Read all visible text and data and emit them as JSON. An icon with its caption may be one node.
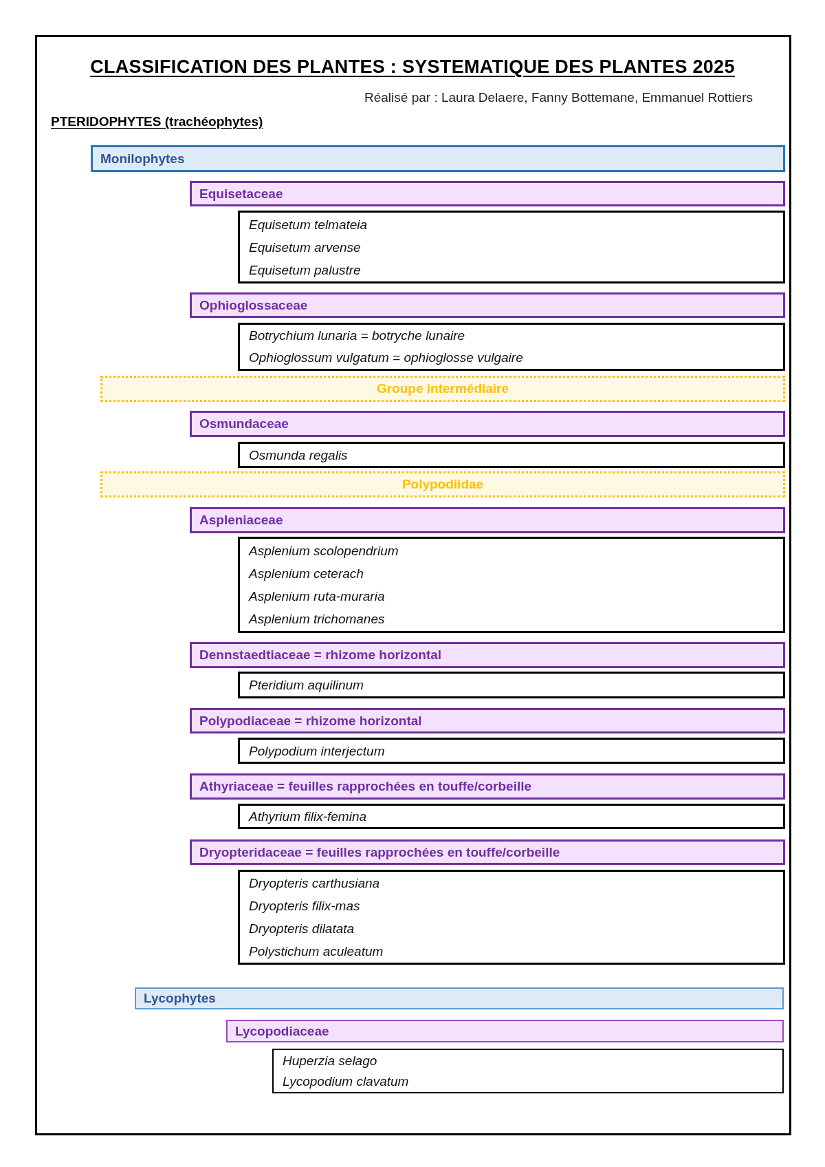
{
  "diagram": {
    "title": "CLASSIFICATION DES PLANTES : SYSTEMATIQUE DES PLANTES 2025",
    "nodes": [
      {
        "text": [
          "Monilophytes"
        ]
      },
      {
        "text": [
          "Equisetaceae"
        ]
      },
      {
        "text": [
          "Equisetum telmateia",
          "Equisetum arvense",
          "Equisetum palustre"
        ]
      },
      {
        "text": [
          "Ophioglossaceae"
        ]
      },
      {
        "text": [
          "Botrychium lunaria = botryche lunaire",
          "Ophioglossum vulgatum = ophioglosse vulgaire"
        ]
      },
      {
        "text": [
          "Groupe intermédiaire"
        ]
      },
      {
        "text": [
          "Osmundaceae"
        ]
      },
      {
        "text": [
          "Osmunda regalis"
        ]
      },
      {
        "text": [
          "Polypodiidae"
        ]
      },
      {
        "text": [
          "Aspleniaceae"
        ]
      },
      {
        "text": [
          "Asplenium scolopendrium",
          "Asplenium ceterach",
          "Asplenium ruta-muraria",
          "Asplenium trichomanes"
        ]
      },
      {
        "text": [
          "Dennstaedtiaceae = rhizome horizontal"
        ]
      },
      {
        "text": [
          "Pteridium aquilinum"
        ]
      },
      {
        "text": [
          "Polypodiaceae = rhizome horizontal"
        ]
      },
      {
        "text": [
          "Polypodium interjectum"
        ]
      },
      {
        "text": [
          "Athyriaceae = feuilles rapprochées en touffe/corbeille"
        ]
      },
      {
        "text": [
          "Athyrium filix-femina"
        ]
      },
      {
        "text": [
          "Dryopteridaceae = feuilles rapprochées en touffe/corbeille"
        ]
      },
      {
        "text": [
          "Dryopteris carthusiana",
          "Dryopteris filix-mas",
          "Dryopteris dilatata",
          "Polystichum aculeatum"
        ]
      },
      {
        "text": [
          "Lycophytes"
        ]
      },
      {
        "text": [
          "Lycopodiaceae"
        ]
      },
      {
        "text": [
          "Huperzia selago",
          "Lycopodium clavatum"
        ]
      }
    ],
    "labels": [
      "Réalisé par : Laura Delaere, Fanny Bottemane, Emmanuel Rottiers",
      "PTERIDOPHYTES (trachéophytes)"
    ]
  }
}
